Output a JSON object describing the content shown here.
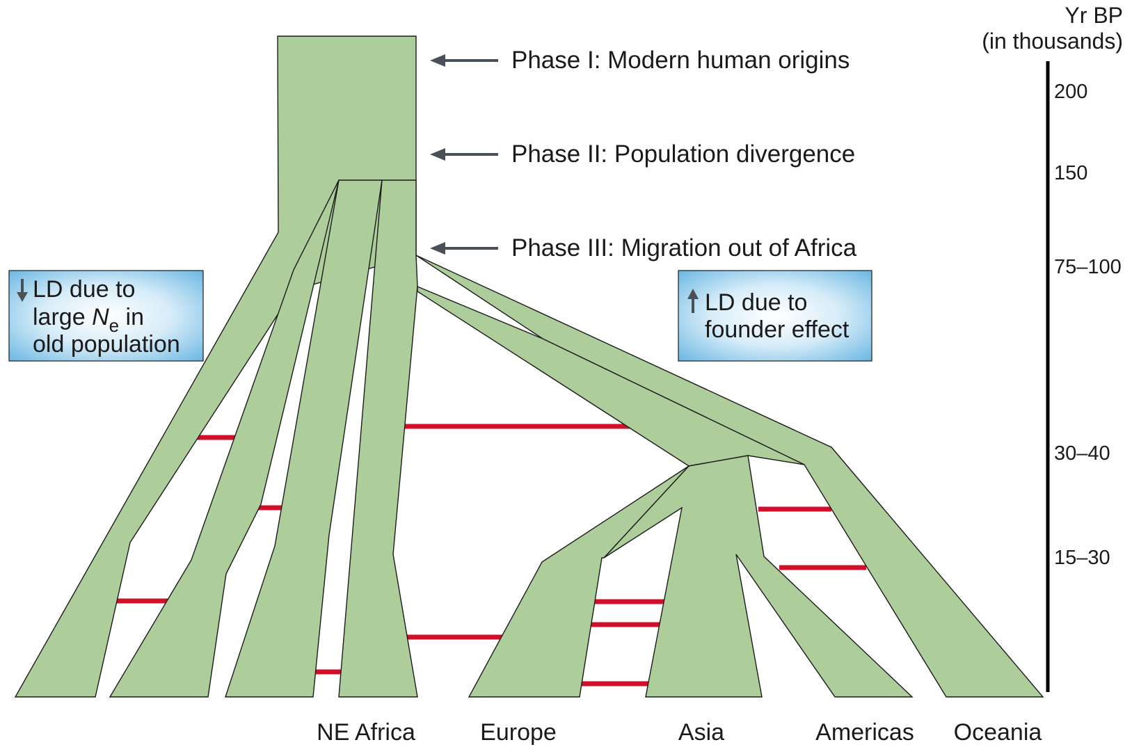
{
  "phases": [
    {
      "label": "Phase I: Modern human origins"
    },
    {
      "label": "Phase II: Population divergence"
    },
    {
      "label": "Phase III: Migration out of Africa"
    }
  ],
  "time_axis": {
    "title_line1": "Yr BP",
    "title_line2": "(in thousands)",
    "ticks": [
      "200",
      "150",
      "75–100",
      "30–40",
      "15–30"
    ]
  },
  "boxes": {
    "left": {
      "line1": "LD due to",
      "line2_prefix": "large ",
      "line2_var": "N",
      "line2_sub": "e",
      "line2_suffix": " in",
      "line3": "old population",
      "arrow": "down-arrow-icon"
    },
    "right": {
      "line1": "LD due to",
      "line2": "founder effect",
      "arrow": "up-arrow-icon"
    }
  },
  "populations": [
    "NE Africa",
    "Europe",
    "Asia",
    "Americas",
    "Oceania"
  ],
  "colors": {
    "branch_fill": "#adcd9a",
    "branch_stroke": "#1b1b1b",
    "migration": "#d0102a",
    "arrow": "#4a5058",
    "box_gradient_center": "#ffffff",
    "box_gradient_edge": "#5db0e0"
  }
}
